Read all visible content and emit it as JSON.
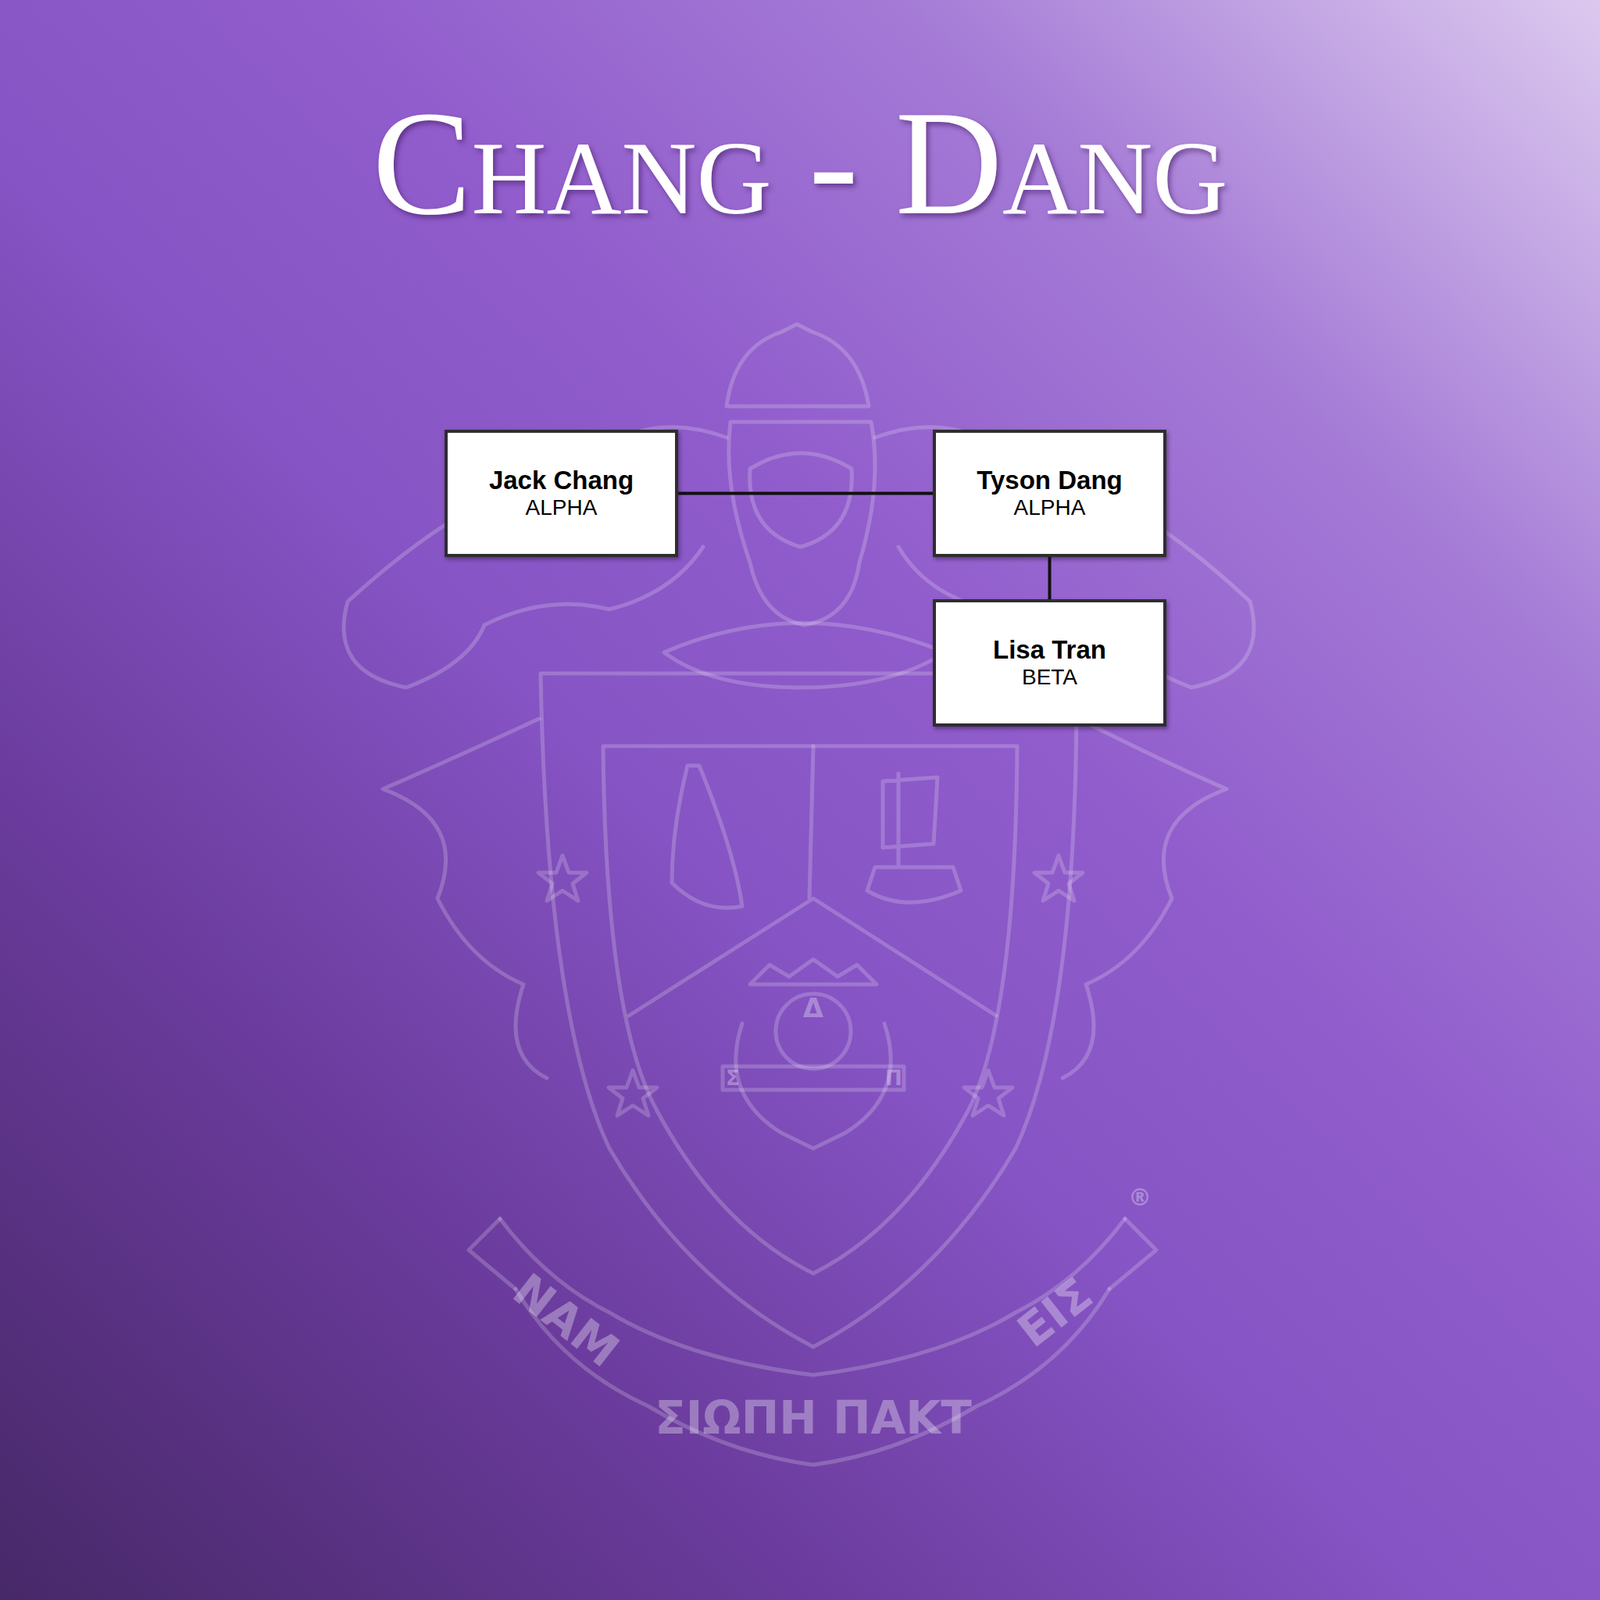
{
  "diagram": {
    "title": "Chang - Dang",
    "nodes": [
      {
        "text": [
          "Jack Chang",
          "ALPHA"
        ]
      },
      {
        "text": [
          "Tyson Dang",
          "ALPHA"
        ]
      },
      {
        "text": [
          "Lisa Tran",
          "BETA"
        ]
      }
    ],
    "edges": [
      {
        "from": 0,
        "to": 1,
        "arrow": "none"
      },
      {
        "from": 1,
        "to": 2,
        "arrow": "none"
      }
    ],
    "labels": [
      "ΝΑΜ",
      "ΣΙΩΠΗ ΠΑΚΤ",
      "ΕΙΣ",
      "Δ",
      "Σ",
      "Π",
      "®"
    ]
  }
}
